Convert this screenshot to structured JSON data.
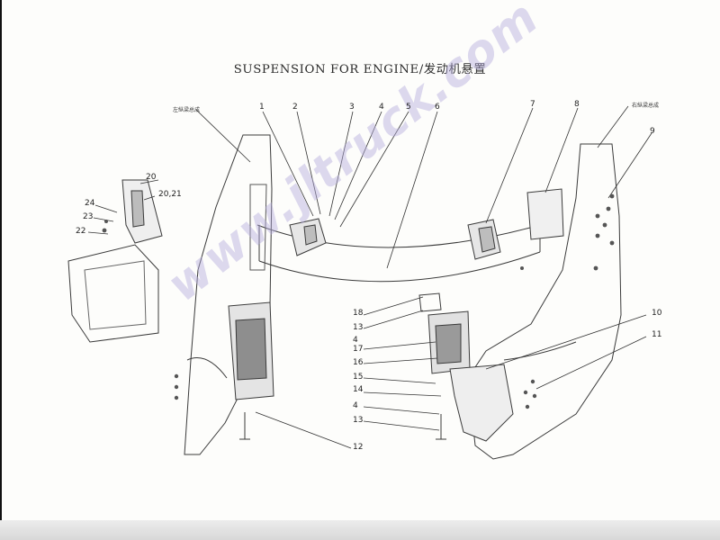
{
  "title": "SUSPENSION FOR ENGINE/发动机悬置",
  "watermark": "www.jltruck.com",
  "tags": {
    "left_frame": "左纵梁总成",
    "right_frame": "右纵梁总成"
  },
  "callouts": {
    "c1": "1",
    "c2": "2",
    "c3": "3",
    "c4": "4",
    "c5": "5",
    "c6": "6",
    "c7": "7",
    "c8": "8",
    "c9": "9",
    "c10": "10",
    "c11": "11",
    "c12": "12",
    "c13a": "13",
    "c13b": "13",
    "c4b": "4",
    "c4c": "4",
    "c14": "14",
    "c15": "15",
    "c16": "16",
    "c17": "17",
    "c18": "18",
    "c20": "20",
    "c2021": "20,21",
    "c22": "22",
    "c23": "23",
    "c24": "24"
  }
}
